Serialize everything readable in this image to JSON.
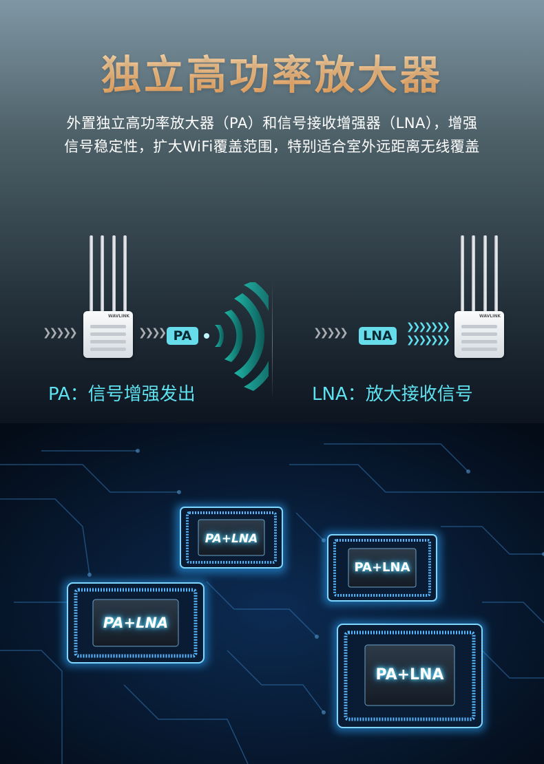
{
  "header": {
    "title": "独立高功率放大器",
    "subtitle_line1": "外置独立高功率放大器（PA）和信号接收增强器（LNA），增强",
    "subtitle_line2": "信号稳定性，扩大WiFi覆盖范围，特别适合室外远距离无线覆盖"
  },
  "pa_section": {
    "tag": "PA",
    "caption": "PA：信号增强发出",
    "device_brand": "WAVLINK"
  },
  "lna_section": {
    "tag": "LNA",
    "caption": "LNA：放大接收信号",
    "device_brand": "WAVLINK"
  },
  "chips": [
    {
      "label": "PA+LNA"
    },
    {
      "label": "PA+LNA"
    },
    {
      "label": "PA+LNA"
    },
    {
      "label": "PA+LNA"
    }
  ],
  "colors": {
    "title_gradient_top": "#fde1b8",
    "title_gradient_bottom": "#f3a65c",
    "accent_cyan": "#5fe2ef",
    "tag_bg": "#67dceb",
    "circuit_glow": "#2ab6ff"
  }
}
